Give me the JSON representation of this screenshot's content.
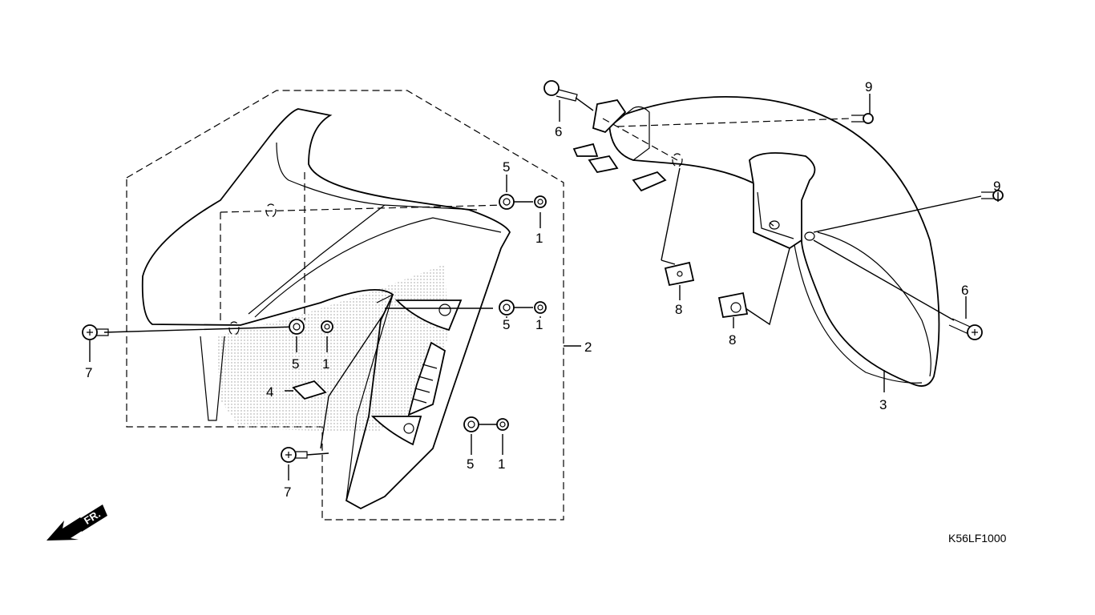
{
  "callouts": {
    "c1a": "1",
    "c1b": "1",
    "c1c": "1",
    "c1d": "1",
    "c2": "2",
    "c3": "3",
    "c4": "4",
    "c5a": "5",
    "c5b": "5",
    "c5c": "5",
    "c5d": "5",
    "c6a": "6",
    "c6b": "6",
    "c7a": "7",
    "c7b": "7",
    "c8a": "8",
    "c8b": "8",
    "c9a": "9",
    "c9b": "9"
  },
  "direction_label": "FR.",
  "diagram_code": "K56LF1000",
  "colors": {
    "ink": "#000000",
    "paper": "#ffffff",
    "dot": "#9a9a9a"
  }
}
